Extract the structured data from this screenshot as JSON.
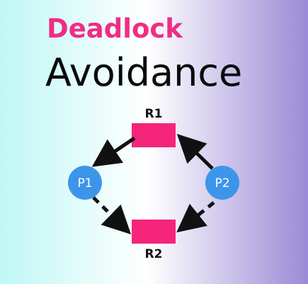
{
  "title": {
    "top": "Deadlock",
    "main": "Avoidance"
  },
  "resources": {
    "r1": "R1",
    "r2": "R2"
  },
  "processes": {
    "p1": "P1",
    "p2": "P2"
  },
  "colors": {
    "accent": "#ef2d84",
    "process": "#3d95ea",
    "resource": "#f4247a",
    "edge": "#111111"
  }
}
